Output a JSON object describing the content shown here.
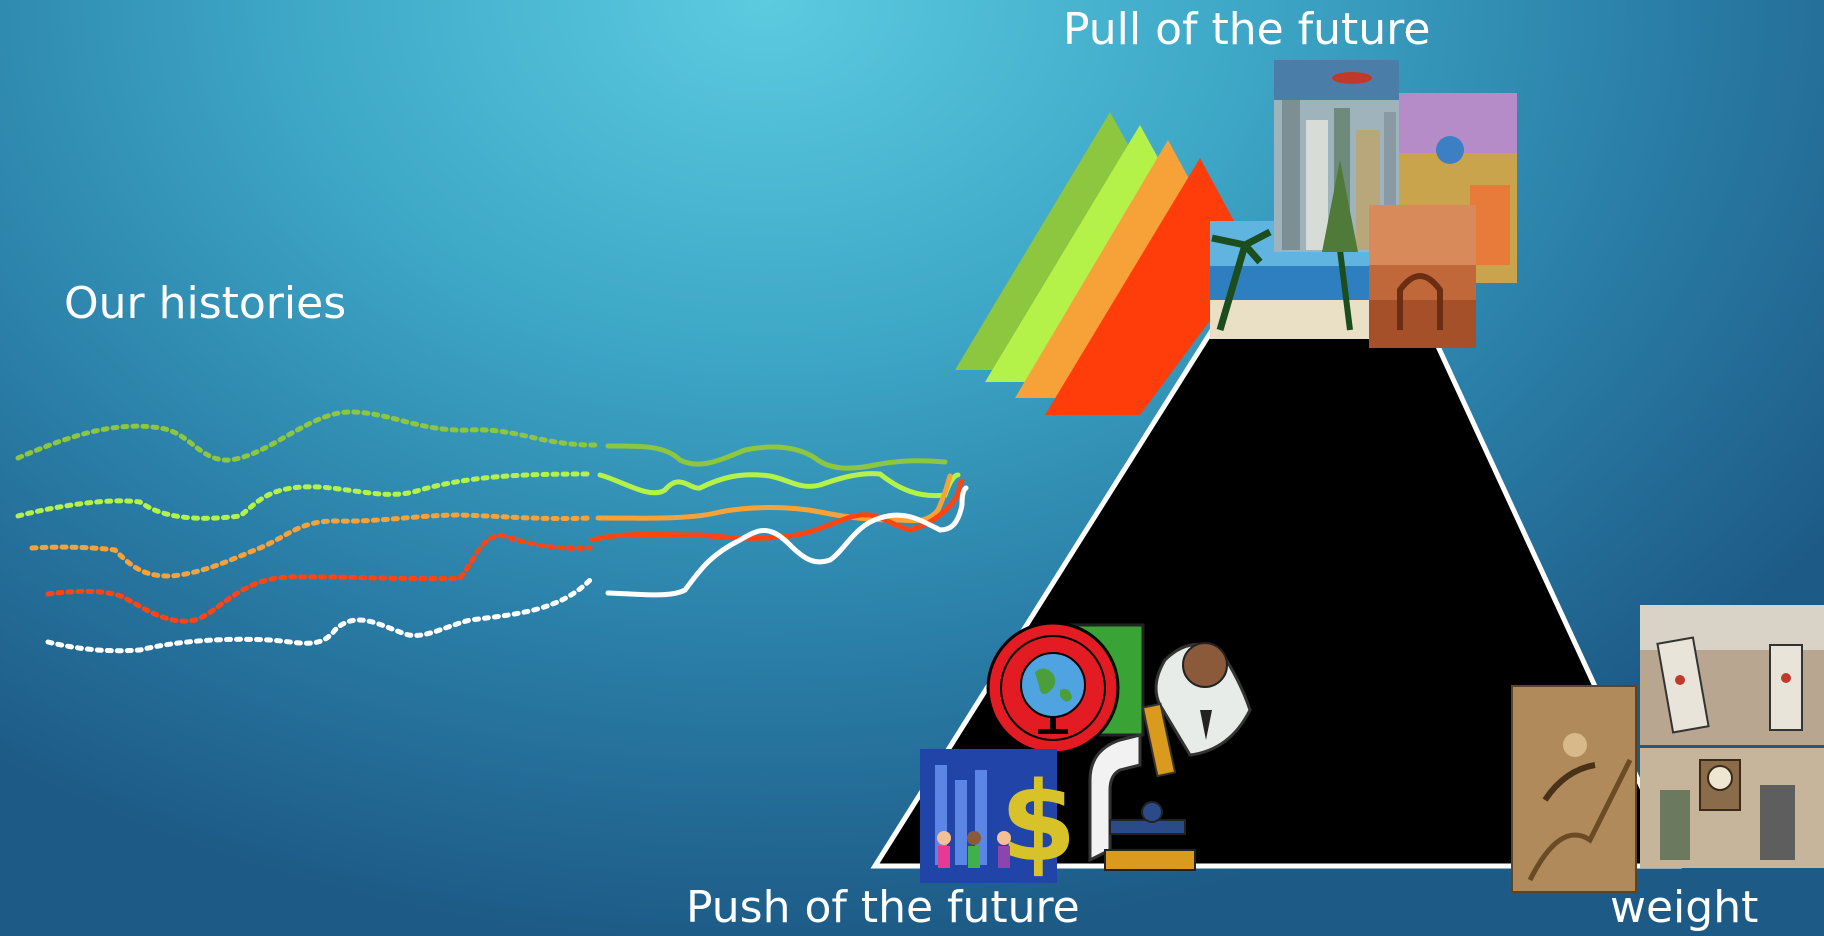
{
  "labels": {
    "pull": "Pull of the future",
    "histories": "Our histories",
    "push": "Push of the future",
    "weight": "weight"
  },
  "colors": {
    "background": "#3fa9c8",
    "triangle": "#000000",
    "outline": "#ffffff",
    "history_lines": [
      "#8dc63f",
      "#b4f24a",
      "#f7a238",
      "#ff4411",
      "#ffffff"
    ],
    "prism_bands": [
      "#8dc63f",
      "#b4f24a",
      "#f7a238",
      "#ff3d0a"
    ]
  },
  "images": {
    "pull_pictures": [
      "futuristic-city-image",
      "cosmic-painting-image",
      "tropical-beach-image",
      "desert-arch-painting-image"
    ],
    "push_pictures": [
      "money-people-clipart",
      "globe-icon",
      "scientist-microscope-clipart"
    ],
    "weight_pictures": [
      "old-gas-pumps-photo",
      "old-illustration-image",
      "vintage-clock-scene-image"
    ]
  }
}
